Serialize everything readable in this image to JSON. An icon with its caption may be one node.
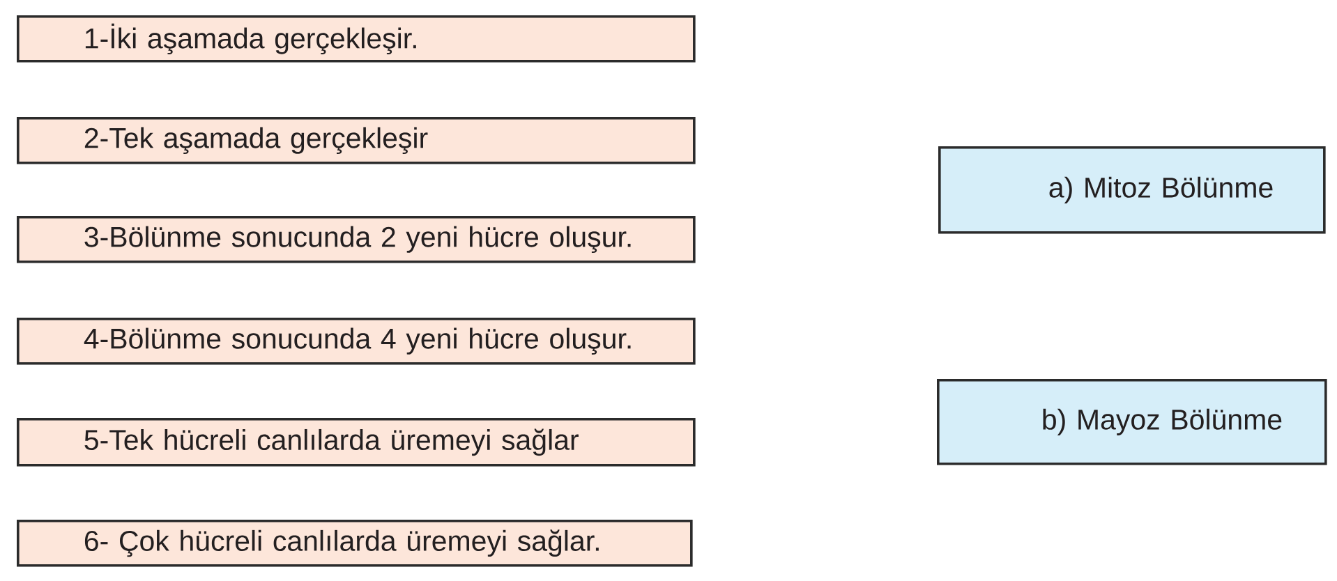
{
  "diagram": {
    "nodes": [
      {
        "text": [
          "1-İki aşamada gerçekleşir."
        ]
      },
      {
        "text": [
          "2-Tek aşamada gerçekleşir"
        ]
      },
      {
        "text": [
          "3-Bölünme sonucunda 2 yeni hücre oluşur."
        ]
      },
      {
        "text": [
          "4-Bölünme sonucunda 4 yeni hücre oluşur."
        ]
      },
      {
        "text": [
          "5-Tek hücreli canlılarda üremeyi sağlar"
        ]
      },
      {
        "text": [
          "6- Çok hücreli canlılarda üremeyi sağlar."
        ]
      },
      {
        "text": [
          "a) Mitoz Bölünme"
        ]
      },
      {
        "text": [
          "b) Mayoz Bölünme"
        ]
      }
    ]
  }
}
